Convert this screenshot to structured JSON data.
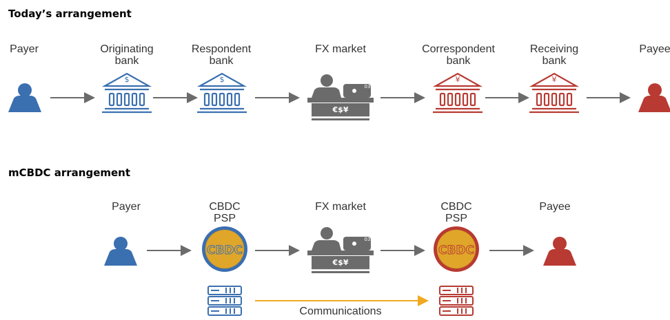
{
  "today": {
    "title": "Today’s arrangement",
    "nodes": [
      {
        "label": [
          "Payer"
        ],
        "icon": "person-icon"
      },
      {
        "label": [
          "Originating",
          "bank"
        ],
        "icon": "bank-dollar-icon",
        "symbol": "$"
      },
      {
        "label": [
          "Respondent",
          "bank"
        ],
        "icon": "bank-dollar-icon",
        "symbol": "$"
      },
      {
        "label": [
          "FX market"
        ],
        "icon": "fx-trader-icon",
        "desk_text": "€$¥",
        "screen_text": "03"
      },
      {
        "label": [
          "Correspondent",
          "bank"
        ],
        "icon": "bank-yen-icon",
        "symbol": "¥"
      },
      {
        "label": [
          "Receiving",
          "bank"
        ],
        "icon": "bank-yen-icon",
        "symbol": "¥"
      },
      {
        "label": [
          "Payee"
        ],
        "icon": "person-icon"
      }
    ]
  },
  "mcbdc": {
    "title": "mCBDC arrangement",
    "nodes": [
      {
        "label": [
          "Payer"
        ],
        "icon": "person-icon"
      },
      {
        "label": [
          "CBDC",
          "PSP"
        ],
        "icon": "cbdc-coin-icon",
        "coin_text": "CBDC"
      },
      {
        "label": [
          "FX market"
        ],
        "icon": "fx-trader-icon",
        "desk_text": "€$¥",
        "screen_text": "03"
      },
      {
        "label": [
          "CBDC",
          "PSP"
        ],
        "icon": "cbdc-coin-icon",
        "coin_text": "CBDC"
      },
      {
        "label": [
          "Payee"
        ],
        "icon": "person-icon"
      }
    ],
    "communications_label": "Communications"
  },
  "colors": {
    "blue": "#3a6fb0",
    "red": "#b83a32",
    "grey": "#6b6b6b",
    "arrow": "#6b6b6b",
    "comm_arrow": "#f0a922",
    "coin_fill": "#e0a62a"
  }
}
